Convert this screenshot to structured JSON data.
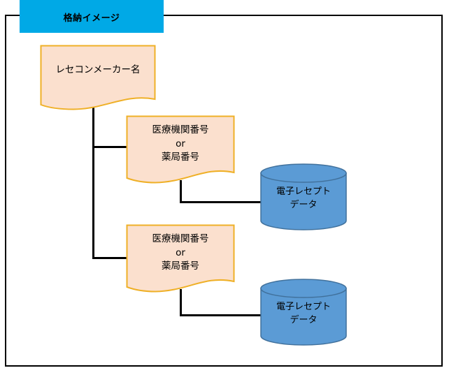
{
  "diagram": {
    "title": "格納イメージ",
    "title_banner_color": "#00A9E6",
    "frame_border_color": "#000000",
    "document_fill_color": "#FBE0CE",
    "document_border_color": "#EFB027",
    "cylinder_fill_color": "#5B9BD5",
    "cylinder_border_color": "#41719C",
    "connector_color": "#000000",
    "nodes": {
      "maker": {
        "label": "レセコンメーカー名",
        "shape": "document"
      },
      "org_1": {
        "label": "医療機関番号\nor\n薬局番号",
        "shape": "document"
      },
      "org_2": {
        "label": "医療機関番号\nor\n薬局番号",
        "shape": "document"
      },
      "receipt_data_1": {
        "label": "電子レセプト\nデータ",
        "shape": "cylinder"
      },
      "receipt_data_2": {
        "label": "電子レセプト\nデータ",
        "shape": "cylinder"
      }
    },
    "connectors": [
      {
        "name": "maker-trunk",
        "from": "maker",
        "to": "org_1"
      },
      {
        "name": "maker-to-org-2",
        "from": "maker",
        "to": "org_2"
      },
      {
        "name": "org-1-to-data-1",
        "from": "org_1",
        "to": "receipt_data_1"
      },
      {
        "name": "org-2-to-data-2",
        "from": "org_2",
        "to": "receipt_data_2"
      }
    ]
  }
}
